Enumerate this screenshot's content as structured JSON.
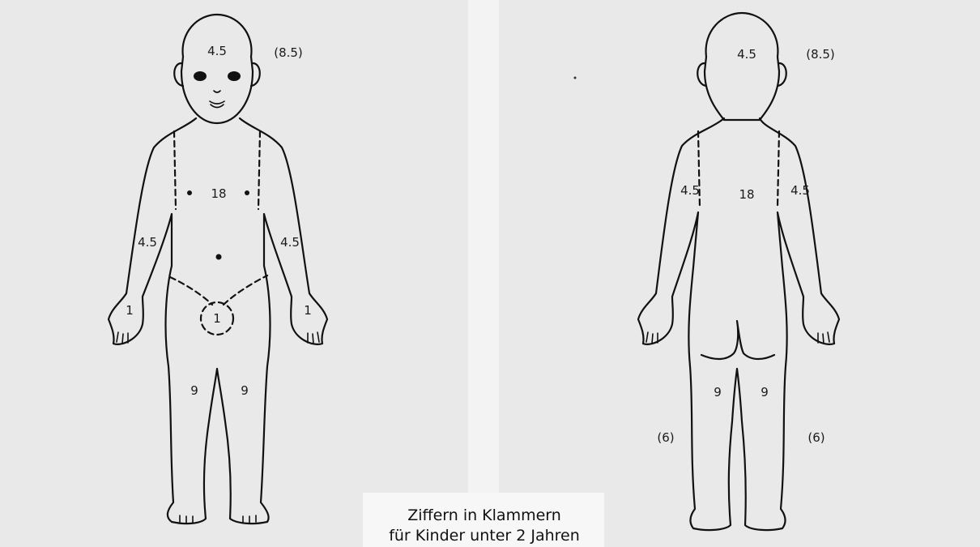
{
  "figure": {
    "front": {
      "head": "4.5",
      "head_child": "(8.5)",
      "trunk": "18",
      "left_arm": "4.5",
      "right_arm": "4.5",
      "left_hand": "1",
      "right_hand": "1",
      "genital": "1",
      "left_leg": "9",
      "right_leg": "9"
    },
    "back": {
      "head": "4.5",
      "head_child": "(8.5)",
      "trunk": "18",
      "left_arm": "4.5",
      "right_arm": "4.5",
      "left_leg": "9",
      "right_leg": "9",
      "left_leg_child": "(6)",
      "right_leg_child": "(6)"
    },
    "caption_line1": "Ziffern in Klammern",
    "caption_line2": "für Kinder unter 2 Jahren"
  },
  "colors": {
    "background": "#e9e9e9",
    "divider": "#f3f3f3",
    "ink": "#111111"
  }
}
